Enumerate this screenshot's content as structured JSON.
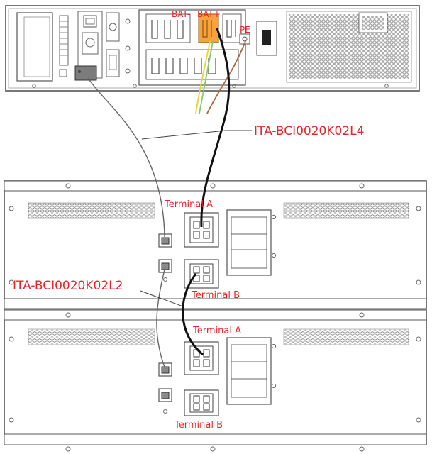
{
  "labels": {
    "bat_minus": "BAT-",
    "bat_plus": "BAT+",
    "pe": "PE",
    "cable_l4": "ITA-BCI0020K02L4",
    "cable_l2": "ITA-BCI0020K02L2",
    "module1_terminal_a": "Terminal A",
    "module1_terminal_b": "Terminal B",
    "module2_terminal_a": "Terminal A",
    "module2_terminal_b": "Terminal B"
  },
  "colors": {
    "outline": "#555555",
    "label_red": "#e8262a",
    "cable_black": "#111111",
    "cable_gray": "#666666",
    "terminal_orange": "#f7a23a",
    "wire_yellow": "#e4d64a",
    "wire_green": "#8fc46a",
    "wire_brown": "#a5683c",
    "port_gray": "#8a8a8a"
  }
}
